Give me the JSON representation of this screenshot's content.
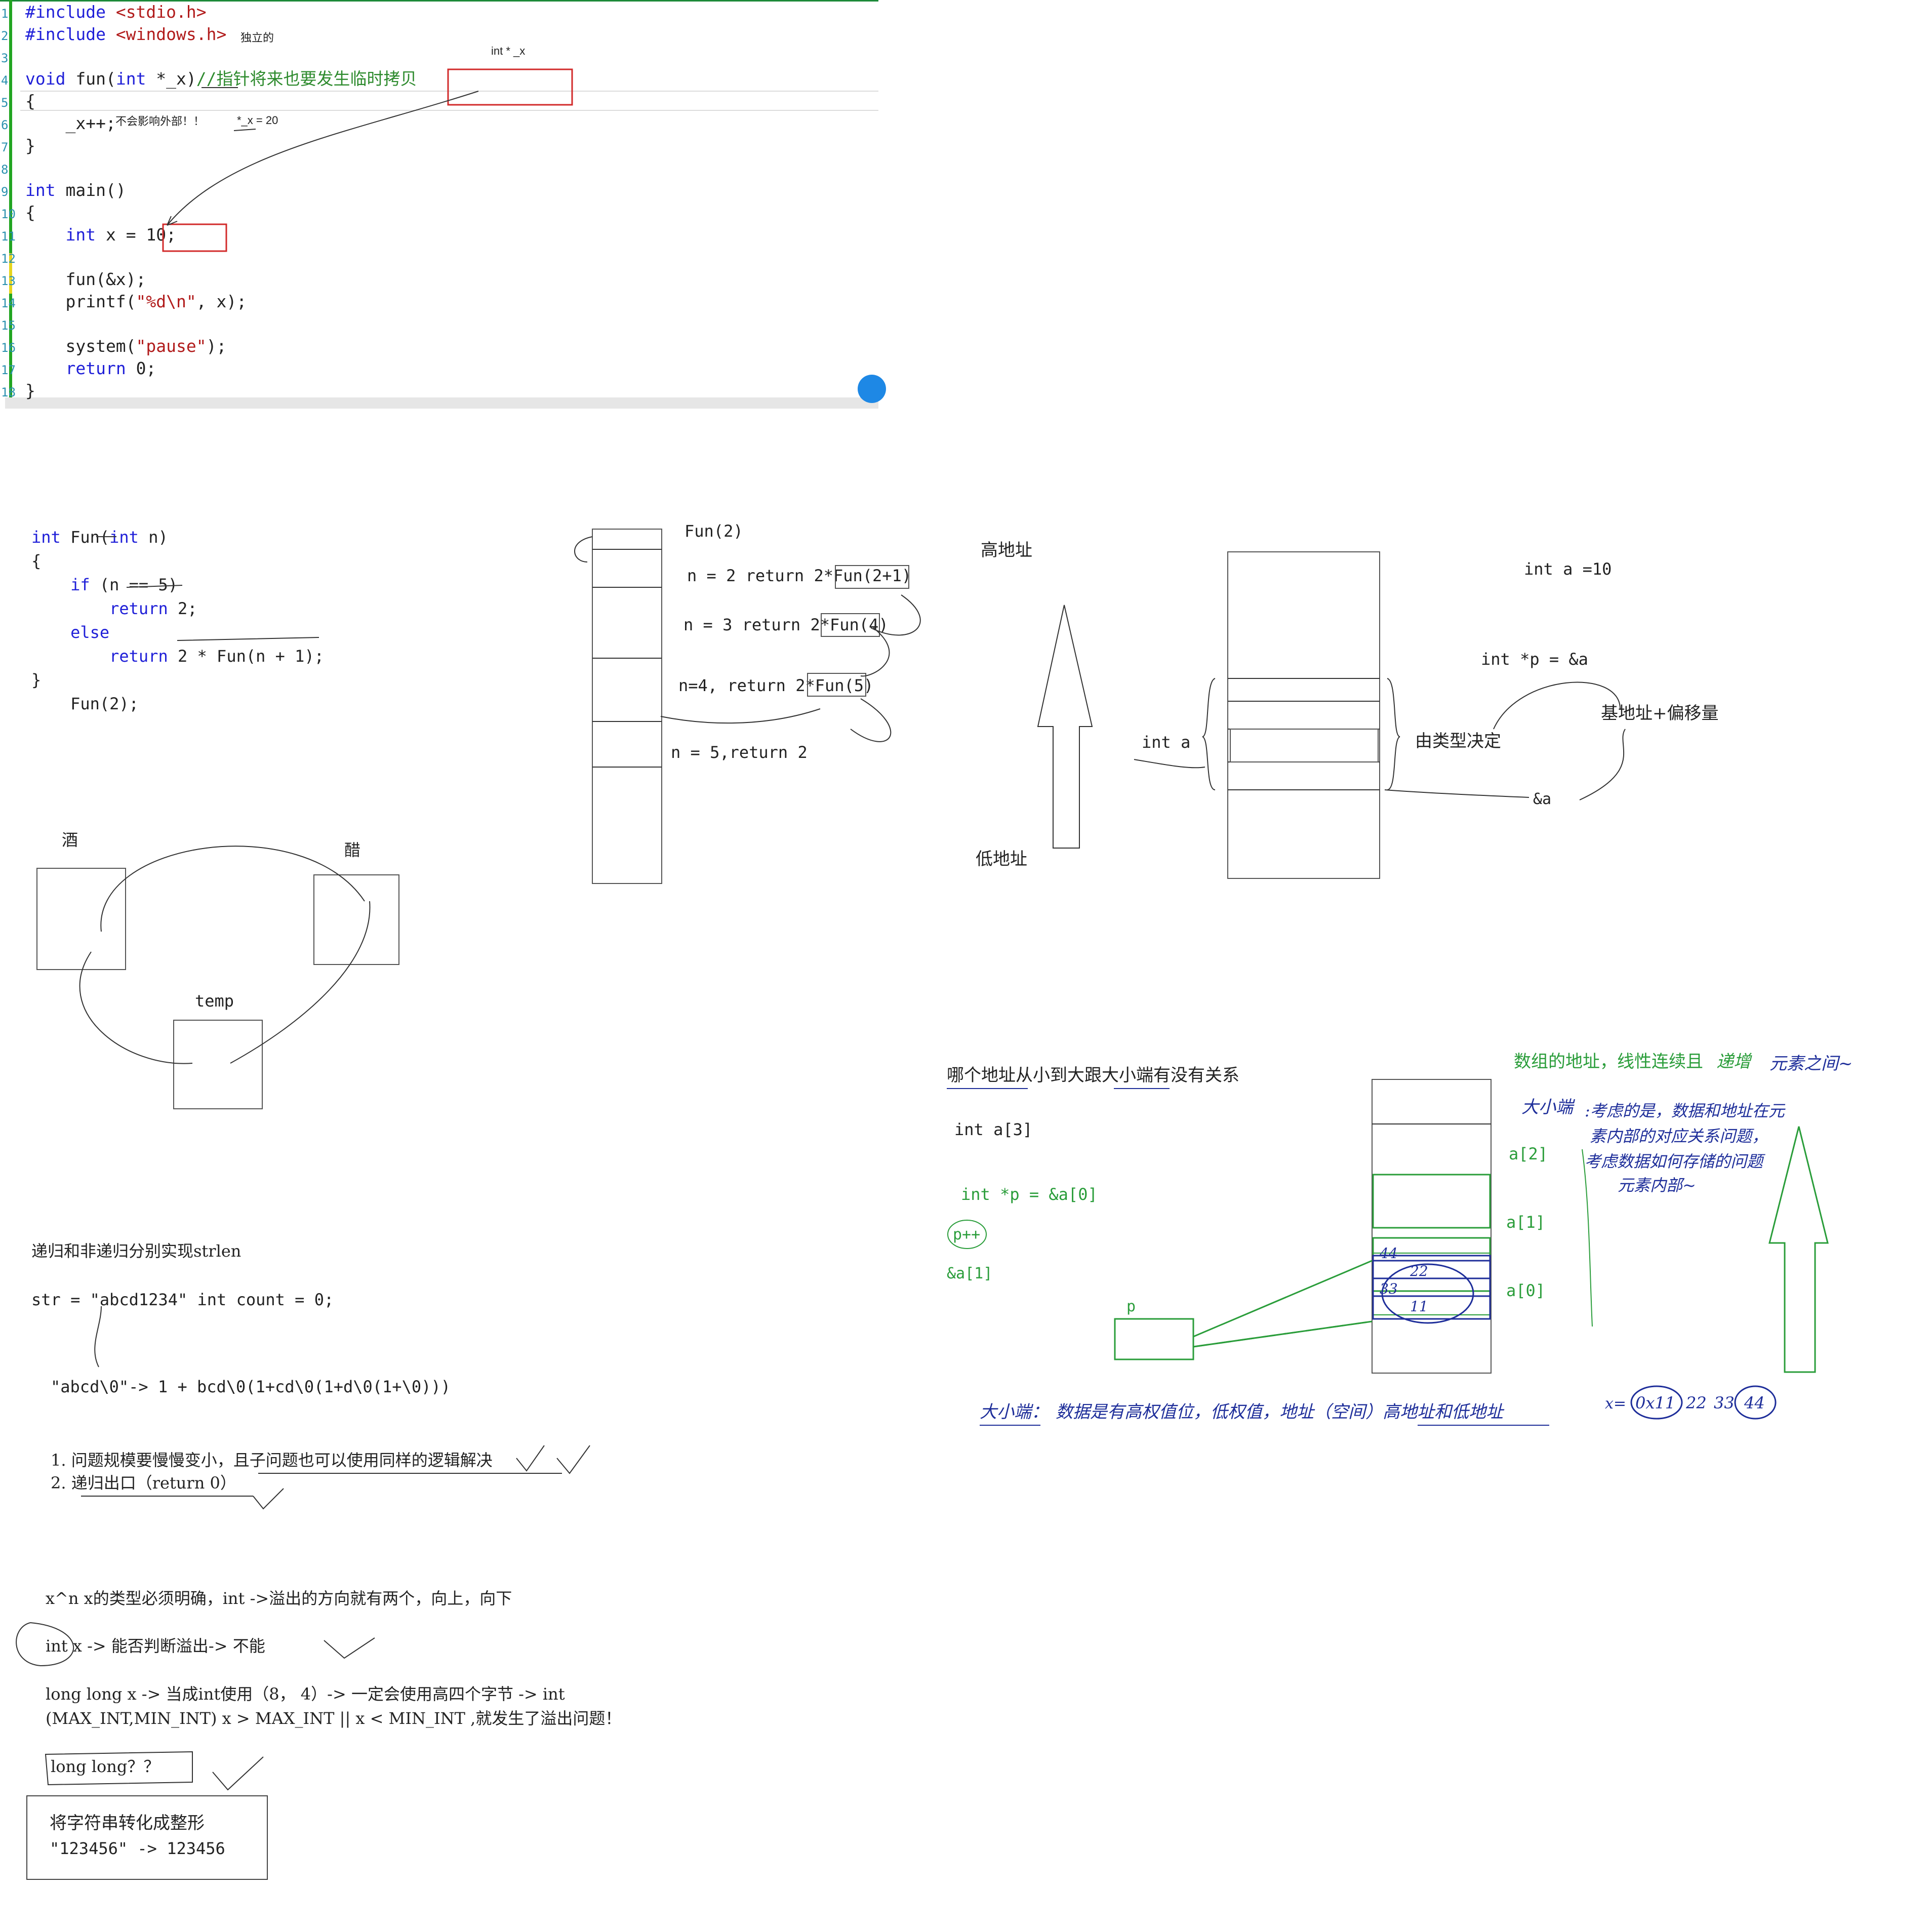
{
  "colors": {
    "keyword": "#1f1fd8",
    "comment": "#2e8b2e",
    "string": "#b11b1b",
    "gutter": "#22a522",
    "gutter_yellow": "#e6d51e",
    "ink_blue": "#1e2e9a",
    "ink_green": "#2a9d3a",
    "red_box": "#d22a2a"
  },
  "editor": {
    "line_numbers": [
      "1",
      "2",
      "3",
      "4",
      "5",
      "6",
      "7",
      "8",
      "9",
      "10",
      "11",
      "12",
      "13",
      "14",
      "15",
      "16",
      "17",
      "18"
    ],
    "lines": [
      [
        [
          "#include",
          "kw"
        ],
        [
          " <stdio.h>",
          "str"
        ]
      ],
      [
        [
          "#include",
          "kw"
        ],
        [
          " <windows.h>",
          "str"
        ]
      ],
      [],
      [
        [
          "void",
          "kw"
        ],
        [
          " fun(",
          "pl"
        ],
        [
          "int",
          "kw"
        ],
        [
          " *_x)",
          "pl"
        ],
        [
          "//指针将来也要发生临时拷贝",
          "cm"
        ]
      ],
      [
        [
          "{",
          "pl"
        ]
      ],
      [
        [
          "    _x++;",
          "pl"
        ]
      ],
      [
        [
          "}",
          "pl"
        ]
      ],
      [],
      [
        [
          "int",
          "kw"
        ],
        [
          " main()",
          "pl"
        ]
      ],
      [
        [
          "{",
          "pl"
        ]
      ],
      [
        [
          "    ",
          "pl"
        ],
        [
          "int",
          "kw"
        ],
        [
          " x = 10;",
          "pl"
        ]
      ],
      [],
      [
        [
          "    fun(&x);",
          "pl"
        ]
      ],
      [
        [
          "    printf(",
          "pl"
        ],
        [
          "\"%d\\n\"",
          "str"
        ],
        [
          ", x);",
          "pl"
        ]
      ],
      [],
      [
        [
          "    system(",
          "pl"
        ],
        [
          "\"pause\"",
          "str"
        ],
        [
          ");",
          "pl"
        ]
      ],
      [
        [
          "    ",
          "pl"
        ],
        [
          "return",
          "kw"
        ],
        [
          " 0;",
          "pl"
        ]
      ],
      [
        [
          "}",
          "pl"
        ]
      ]
    ],
    "annotations": {
      "independent": "独立的",
      "int_x_label": "int * _x",
      "no_effect": "不会影响外部！！",
      "deref_label": "*_x = 20"
    }
  },
  "recursion": {
    "code": [
      [
        [
          "int",
          "kw"
        ],
        [
          " Fun(",
          "pl"
        ],
        [
          "int",
          "kw"
        ],
        [
          " n)",
          "pl"
        ]
      ],
      [
        [
          "{",
          "pl"
        ]
      ],
      [
        [
          "    ",
          "pl"
        ],
        [
          "if",
          "kw"
        ],
        [
          " (n == 5)",
          "pl"
        ]
      ],
      [
        [
          "        ",
          "pl"
        ],
        [
          "return",
          "kw"
        ],
        [
          " 2;",
          "pl"
        ]
      ],
      [
        [
          "    ",
          "pl"
        ],
        [
          "else",
          "kw"
        ]
      ],
      [
        [
          "        ",
          "pl"
        ],
        [
          "return",
          "kw"
        ],
        [
          " 2 * Fun(n + 1);",
          "pl"
        ]
      ],
      [
        [
          "}",
          "pl"
        ]
      ],
      [
        [
          "    Fun(2);",
          "pl"
        ]
      ]
    ],
    "stack_title": "Fun(2)",
    "frames": [
      "n = 2  return 2*Fun(2+1)",
      "n = 3 return 2*Fun(4)",
      "n=4, return 2*Fun(5)",
      "n = 5,return 2"
    ]
  },
  "swap": {
    "left": "酒",
    "right": "醋",
    "temp": "temp"
  },
  "memory": {
    "high": "高地址",
    "low": "低地址",
    "int_a": "int a",
    "int_a_decl": "int a  =10",
    "int_p_decl": "int *p = &a",
    "by_type": "由类型决定",
    "base_offset": "基地址+偏移量",
    "addr_a": "&a"
  },
  "strlen": {
    "title": "递归和非递归分别实现strlen",
    "decl": "str = \"abcd1234\"     int count = 0;",
    "expansion": "\"abcd\\0\"-> 1 + bcd\\0(1+cd\\0(1+d\\0(1+\\0)))",
    "rules": [
      "1. 问题规模要慢慢变小，且子问题也可以使用同样的逻辑解决",
      "2. 递归出口（return 0）"
    ]
  },
  "overflow": {
    "line1": "x^n  x的类型必须明确，int ->溢出的方向就有两个，向上，向下",
    "line2": "int x -> 能否判断溢出-> 不能",
    "line3": "long long x -> 当成int使用（8， 4）-> 一定会使用高四个字节 -> int",
    "line4": "(MAX_INT,MIN_INT) x > MAX_INT || x < MIN_INT ,就发生了溢出问题！",
    "line5": "long long？？",
    "box": [
      "将字符串转化成整形",
      "\"123456\" -> 123456"
    ]
  },
  "endian": {
    "question": "哪个地址从小到大跟大小端有没有关系",
    "decl": "int a[3]",
    "ptr": "int *p = &a[0]",
    "pp": "p++",
    "a1": "&a[1]",
    "p": "p",
    "labels": [
      "a[2]",
      "a[1]",
      "a[0]"
    ],
    "array_note_1": "数组的地址，线性连续且",
    "array_note_2": "递增",
    "array_note_3": "元素之间~",
    "bigsmall": "大小端",
    "note_lines": [
      ":考虑的是，数据和地址在元",
      "素内部的对应关系问题，",
      "考虑数据如何存储的问题",
      "元素内部~"
    ],
    "def_head": "大小端：",
    "def_body": "数据是有高权值位，低权值，地址（空间）高地址和低地址",
    "cells": [
      "44",
      "22",
      "33",
      "11"
    ],
    "x_prefix": "x=",
    "x_bytes": [
      "0x11",
      "22",
      "33",
      "44"
    ]
  }
}
